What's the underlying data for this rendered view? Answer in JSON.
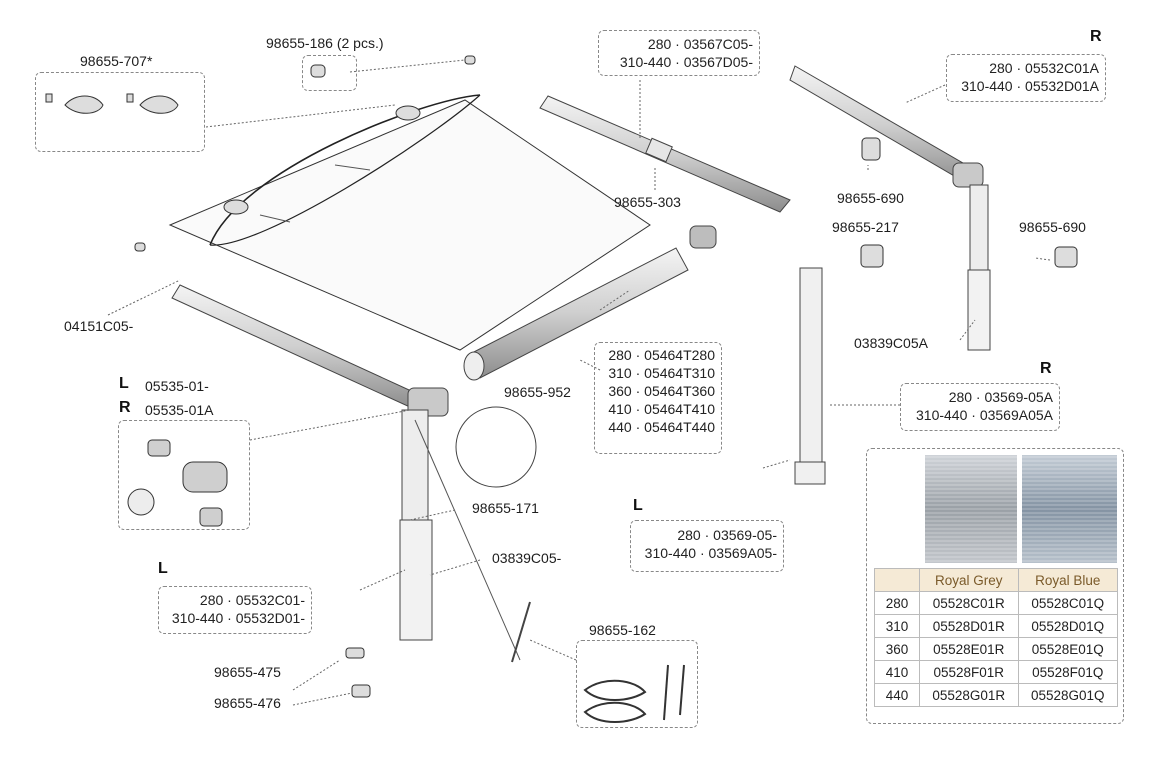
{
  "labels": {
    "p707": "98655-707*",
    "p186": "98655-186 (2 pcs.)",
    "p04151": "04151C05-",
    "p303": "98655-303",
    "p690a": "98655-690",
    "p690b": "98655-690",
    "p217": "98655-217",
    "p03839a": "03839C05A",
    "p952": "98655-952",
    "p171": "98655-171",
    "p03839": "03839C05-",
    "p162": "98655-162",
    "p475": "98655-475",
    "p476": "98655-476"
  },
  "boxes": {
    "b03567": [
      "280 · 03567C05-",
      "310-440 · 03567D05-"
    ],
    "b05532R": [
      "280 · 05532C01A",
      "310-440 · 05532D01A"
    ],
    "b05464": [
      "280 · 05464T280",
      "310 · 05464T310",
      "360 · 05464T360",
      "410 · 05464T410",
      "440 · 05464T440"
    ],
    "b03569R": [
      "280 · 03569-05A",
      "310-440 · 03569A05A"
    ],
    "b03569L": [
      "280 · 03569-05-",
      "310-440 · 03569A05-"
    ],
    "b05532L": [
      "280 · 05532C01-",
      "310-440 · 05532D01-"
    ]
  },
  "side_marks": {
    "r_top": "R",
    "r_mid": "R",
    "l_mid": "L",
    "l_bot": "L"
  },
  "arm_kit": {
    "L_mark": "L",
    "L_code": "05535-01-",
    "R_mark": "R",
    "R_code": "05535-01A"
  },
  "color_table": {
    "headers": [
      "",
      "Royal Grey",
      "Royal Blue"
    ],
    "rows": [
      [
        "280",
        "05528C01R",
        "05528C01Q"
      ],
      [
        "310",
        "05528D01R",
        "05528D01Q"
      ],
      [
        "360",
        "05528E01R",
        "05528E01Q"
      ],
      [
        "410",
        "05528F01R",
        "05528F01Q"
      ],
      [
        "440",
        "05528G01R",
        "05528G01Q"
      ]
    ],
    "swatch_colors": [
      "#9aa0a6",
      "#8493a3"
    ]
  }
}
